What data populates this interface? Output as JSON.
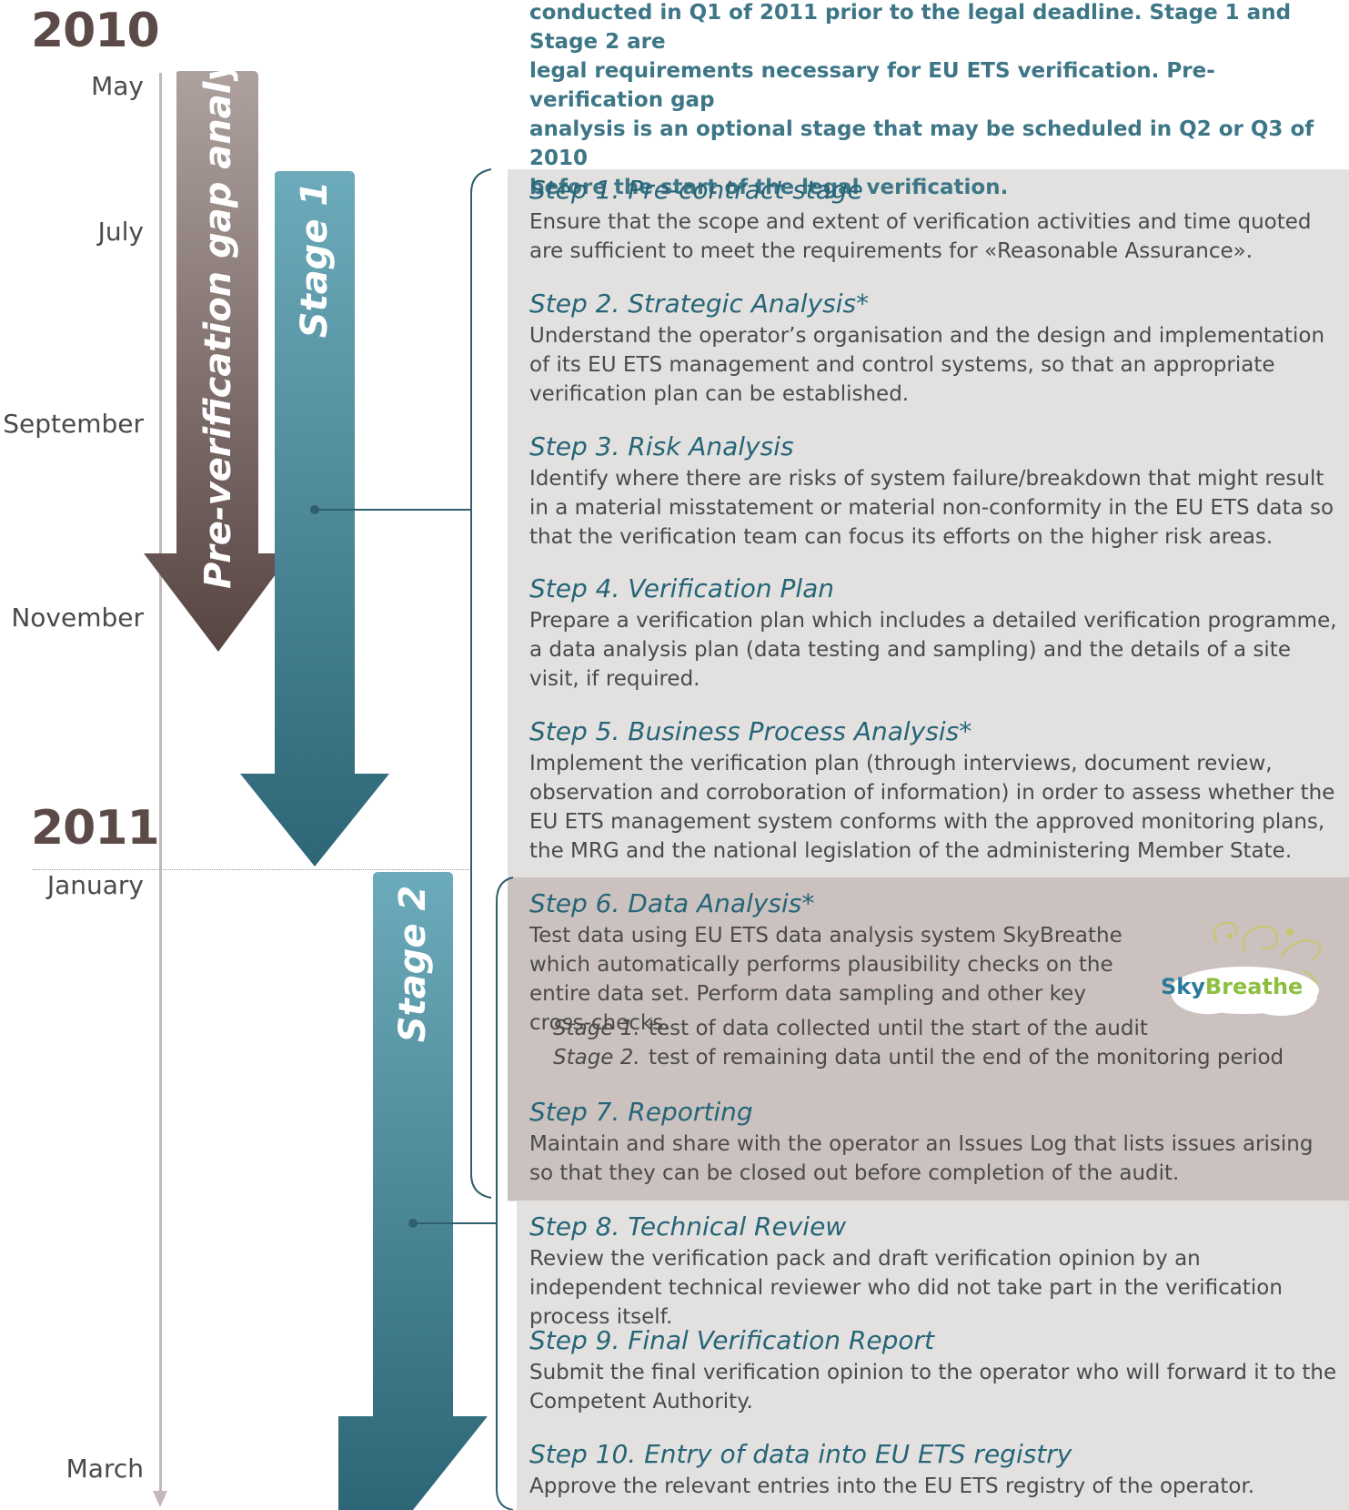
{
  "years": {
    "y2010": "2010",
    "y2011": "2011"
  },
  "months": {
    "may": "May",
    "july": "July",
    "september": "September",
    "november": "November",
    "january": "January",
    "march": "March"
  },
  "arrows": {
    "pre": "Pre-verification gap analysis",
    "stage1": "Stage 1",
    "stage2": "Stage 2"
  },
  "intro": {
    "line1": "conducted in Q1 of 2011 prior to the legal deadline. Stage 1 and Stage 2 are",
    "line2": "legal requirements necessary for EU ETS verification.",
    "line2_emph": "Pre-verification gap",
    "line3_emph": "analysis",
    "line3": "is an optional stage that may be scheduled in Q2 or Q3 of 2010",
    "line4": "before the start of the legal verification."
  },
  "steps": [
    {
      "title": "Step 1.  Pre-contract stage",
      "body": "Ensure that the scope and extent of verification activities and time quoted are sufficient to meet the requirements for «Reasonable Assurance»."
    },
    {
      "title": "Step 2.  Strategic Analysis*",
      "body": "Understand the operator’s organisation and the design and implementation of its EU ETS management and control systems, so that an appropriate verification plan can be established."
    },
    {
      "title": "Step 3.  Risk Analysis",
      "body": "Identify where there are risks of system failure/breakdown that might result in a material misstatement or material non-conformity in the EU ETS data so that the verification team can focus its efforts on the higher risk areas."
    },
    {
      "title": "Step 4.  Verification Plan",
      "body": "Prepare a verification plan which includes a detailed verification programme, a data analysis plan (data testing and sampling) and the details of a site visit, if required."
    },
    {
      "title": "Step 5.  Business Process Analysis*",
      "body": "Implement the verification plan (through interviews, document review, observation and corroboration of information) in order to assess whether the EU ETS management system conforms with the approved monitoring plans, the MRG and the national legislation of the administering Member State."
    },
    {
      "title": "Step 6.  Data Analysis*",
      "body": "Test data using EU ETS data analysis system SkyBreathe which automatically performs plausibility checks on the entire data set. Perform data sampling and other key cross-checks."
    },
    {
      "title": "Step 7.  Reporting",
      "body": "Maintain and share with the operator an Issues Log that lists issues arising so that they can be closed out before completion of the audit."
    },
    {
      "title": "Step 8.  Technical Review",
      "body": "Review the verification pack and draft verification opinion by an independent technical reviewer who did not take part in the verification process itself."
    },
    {
      "title": "Step 9.  Final Verification Report",
      "body": "Submit the final verification opinion to the operator who will forward it to the Competent Authority."
    },
    {
      "title": "Step 10.  Entry of data into EU ETS registry",
      "body": "Approve the relevant entries into the EU ETS registry of the operator."
    }
  ],
  "step6_sub": [
    {
      "label": "Stage 1.",
      "text": "test of data collected until the start of the audit"
    },
    {
      "label": "Stage 2.",
      "text": "test of remaining data until the end of the monitoring period"
    }
  ],
  "logo": {
    "sky": "Sky",
    "breathe": "Breathe"
  },
  "colors": {
    "pre_arrow_top": "#a89a97",
    "pre_arrow_bottom": "#5a4845",
    "stage_arrow_top": "#6aaabb",
    "stage_arrow_bottom": "#2f6778",
    "panel_light": "#e3e1e0",
    "panel_dark": "#cbc2bf",
    "title_teal": "#256577",
    "year_brown": "#5c4a48"
  }
}
